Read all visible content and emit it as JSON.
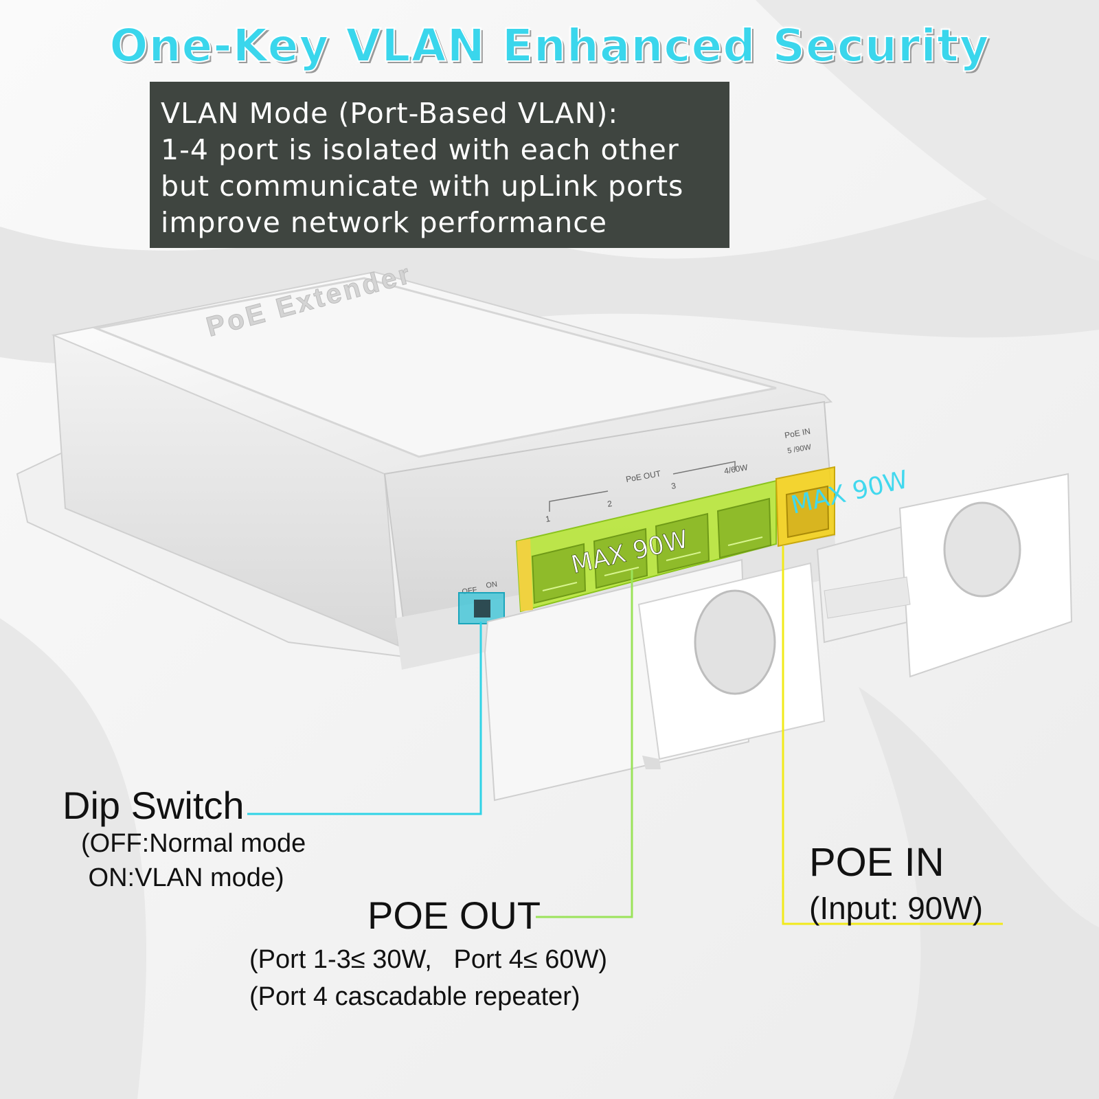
{
  "title": "One-Key VLAN Enhanced Security",
  "info_box": {
    "lines": [
      "VLAN Mode (Port-Based VLAN):",
      "1-4 port is isolated with each other",
      "but communicate with upLink ports",
      "improve network performance"
    ]
  },
  "device": {
    "brand": "PoE Extender",
    "poe_out_label": "PoE OUT",
    "poe_in_label": "PoE IN",
    "poe_in_port": "5 /90W",
    "port_labels": [
      "1",
      "2",
      "3",
      "4/60W"
    ],
    "switch_off": "OFF",
    "switch_on": "ON",
    "max_out": "MAX 90W",
    "max_in": "MAX 90W"
  },
  "callouts": {
    "dip_switch": {
      "title": "Dip Switch",
      "line1": "(OFF:Normal mode",
      "line2": " ON:VLAN mode)"
    },
    "poe_out": {
      "title": "POE OUT",
      "line1": "(Port 1-3≤ 30W,   Port 4≤ 60W)",
      "line2": "(Port 4 cascadable repeater)"
    },
    "poe_in": {
      "title": "POE IN",
      "line1": "(Input: 90W)"
    }
  },
  "colors": {
    "title": "#3ad6ec",
    "box_bg": "#3f4540",
    "cyan_callout": "#2fd3e6",
    "green_callout": "#9be35a",
    "yellow_callout": "#f2ea1a",
    "port_highlight_green": "#b6e630",
    "port_highlight_yellow": "#f4d21c"
  }
}
